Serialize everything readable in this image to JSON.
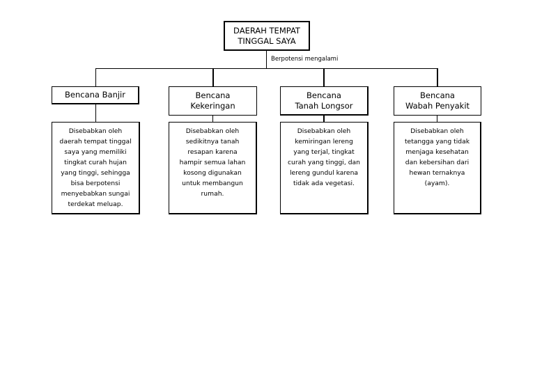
{
  "root": {
    "title": "DAERAH TEMPAT\nTINGGAL SAYA"
  },
  "edge_label": "Berpotensi mengalami",
  "categories": [
    {
      "title": "Bencana Banjir",
      "description": "Disebabkan oleh\ndaerah tempat tinggal\nsaya yang memiliki\ntingkat curah hujan\nyang tinggi, sehingga\nbisa berpotensi\nmenyebabkan sungai\nterdekat meluap."
    },
    {
      "title": "Bencana\nKekeringan",
      "description": "Disebabkan oleh\nsedikitnya tanah\nresapan karena\nhampir semua lahan\nkosong digunakan\nuntuk membangun\nrumah."
    },
    {
      "title": "Bencana\nTanah Longsor",
      "description": "Disebabkan oleh\nkemiringan lereng\nyang terjal, tingkat\ncurah yang tinggi, dan\nlereng gundul karena\ntidak ada vegetasi."
    },
    {
      "title": "Bencana\nWabah Penyakit",
      "description": "Disebabkan oleh\ntetangga yang tidak\nmenjaga kesehatan\ndan kebersihan dari\nhewan ternaknya\n(ayam)."
    }
  ]
}
